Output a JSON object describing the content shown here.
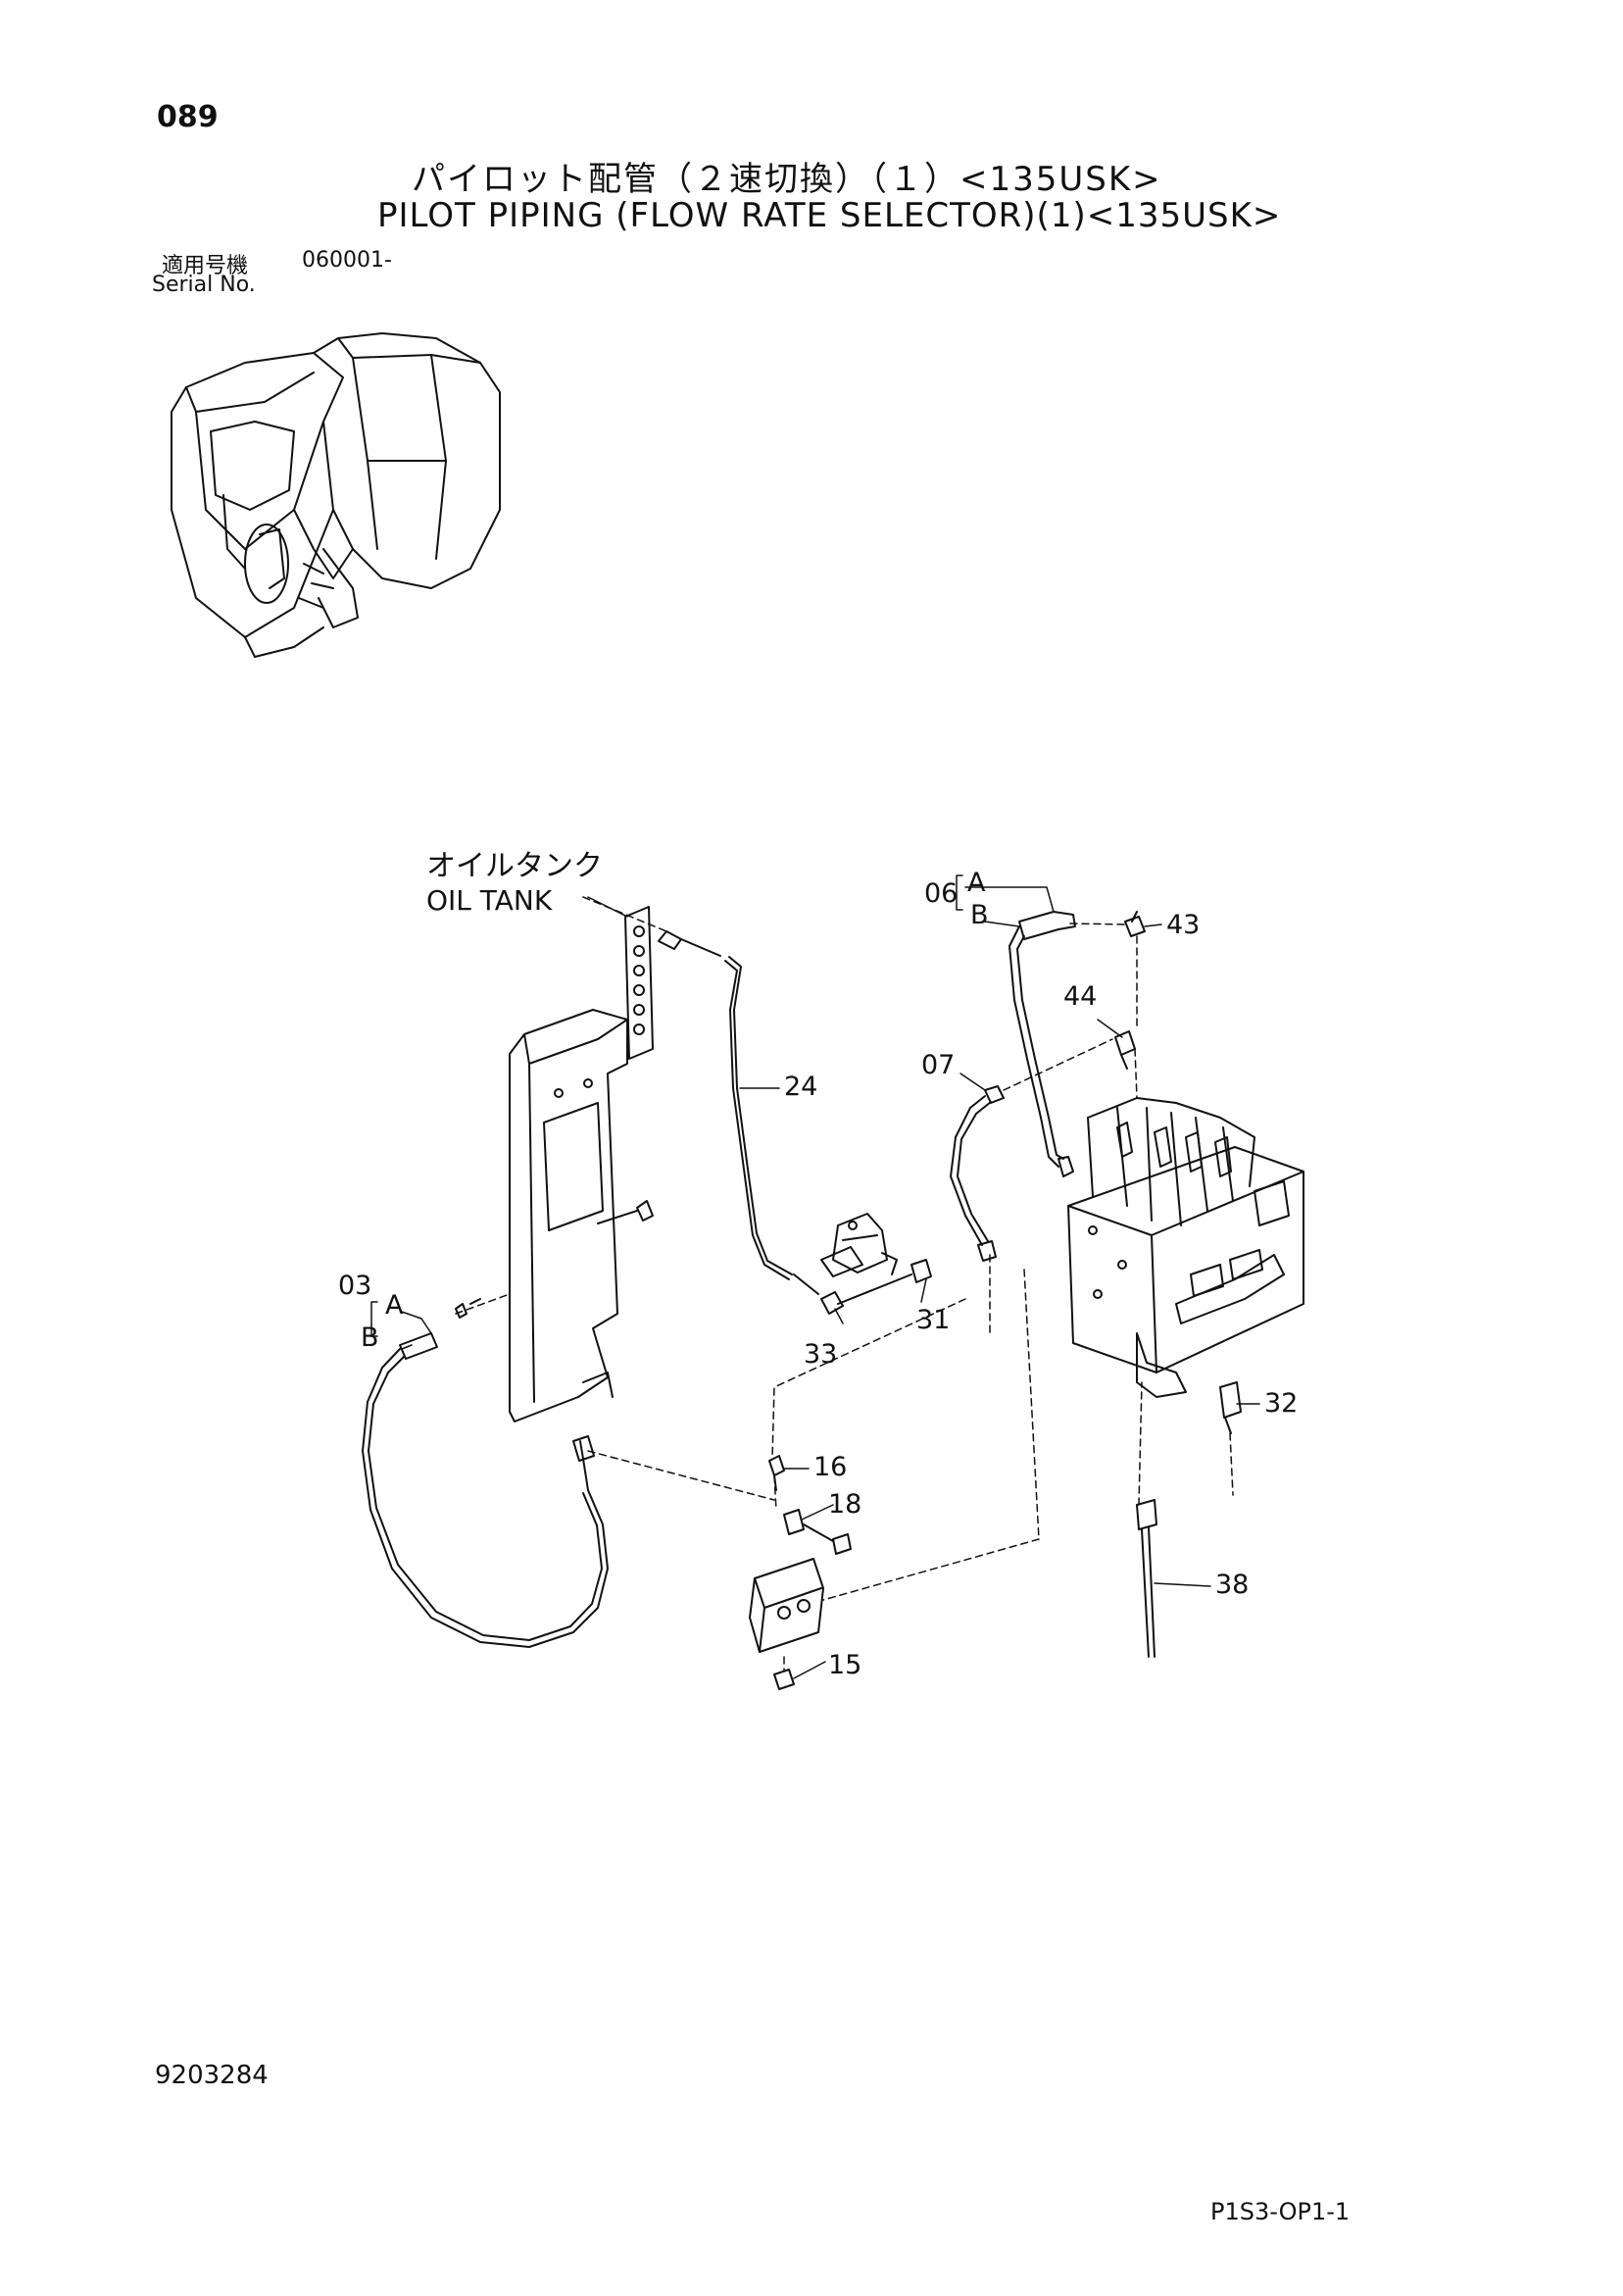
{
  "header": {
    "page_number": "089",
    "title_ja": "パイロット配管（２速切換）（１）<135USK>",
    "title_en": "PILOT PIPING (FLOW RATE SELECTOR)(1)<135USK>",
    "serial_label_ja": "適用号機",
    "serial_value": "060001-",
    "serial_label_en": "Serial No."
  },
  "callouts": {
    "oil_tank_ja": "オイルタンク",
    "oil_tank_en": "OIL TANK",
    "p06": "06",
    "p06_a": "A",
    "p06_b": "B",
    "p43": "43",
    "p44": "44",
    "p07": "07",
    "p24": "24",
    "p03": "03",
    "p03_a": "A",
    "p03_b": "B",
    "p31": "31",
    "p33": "33",
    "p32": "32",
    "p16": "16",
    "p18": "18",
    "p38": "38",
    "p15": "15"
  },
  "footer": {
    "drawing_number": "9203284",
    "page_code": "P1S3-OP1-1"
  },
  "colors": {
    "ink": "#111111",
    "background": "#ffffff"
  }
}
